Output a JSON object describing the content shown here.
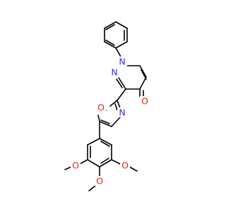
{
  "colors": {
    "bond": "#000000",
    "carbon": "#000000",
    "nitrogen": "#3333cc",
    "oxygen": "#ee2200",
    "background": "#ffffff"
  },
  "atoms": {
    "n1": "N",
    "n2": "N",
    "o_keto": "O",
    "o_ring": "O",
    "n_ring": "N",
    "o_meta_left": "O",
    "o_para": "O",
    "o_meta_right": "O"
  }
}
